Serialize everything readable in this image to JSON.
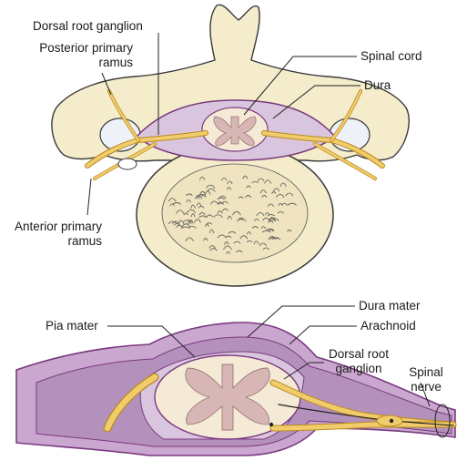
{
  "colors": {
    "bone": "#f4eccb",
    "bone_outline": "#3a3a3a",
    "dura": "#c9a7cf",
    "dura_outline": "#7a3a80",
    "csf": "#d9c6de",
    "grey_matter": "#d8b6b6",
    "white_matter": "#f5ead6",
    "nerve": "#f1cc6c",
    "nerve_outline": "#b98a1c",
    "leader": "#222222"
  },
  "labels": {
    "top": {
      "dorsal_root_ganglion": "Dorsal root ganglion",
      "posterior_primary_ramus_line1": "Posterior primary",
      "posterior_primary_ramus_line2": "ramus",
      "spinal_cord": "Spinal cord",
      "dura": "Dura",
      "anterior_primary_ramus_line1": "Anterior primary",
      "anterior_primary_ramus_line2": "ramus"
    },
    "bottom": {
      "dura_mater": "Dura mater",
      "pia_mater": "Pia mater",
      "arachnoid": "Arachnoid",
      "dorsal_root_ganglion_line1": "Dorsal root",
      "dorsal_root_ganglion_line2": "ganglion",
      "spinal_nerve_line1": "Spinal",
      "spinal_nerve_line2": "nerve"
    }
  }
}
